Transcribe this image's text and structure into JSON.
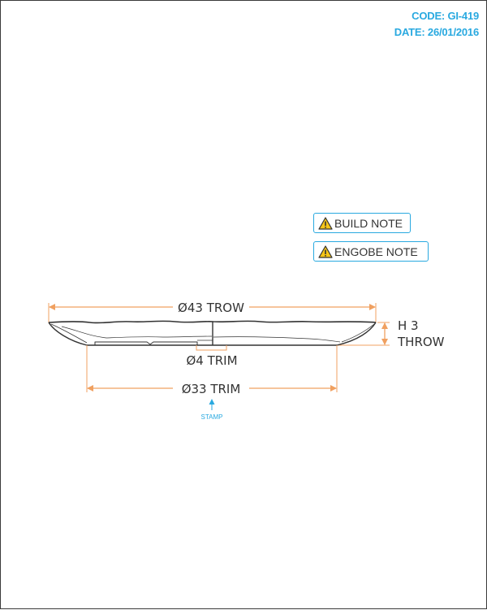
{
  "header": {
    "code": "CODE: GI-419",
    "date": "DATE: 26/01/2016"
  },
  "notes": [
    {
      "label": "BUILD NOTE",
      "icon": "warning-icon"
    },
    {
      "label": "ENGOBE NOTE",
      "icon": "warning-icon"
    }
  ],
  "dimensions": {
    "overall_diameter": "Ø43 TROW",
    "height_line1": "H 3",
    "height_line2": "THROW",
    "inner_trim": "Ø4 TRIM",
    "foot_diameter": "Ø33 TRIM"
  },
  "stamp": {
    "label": "STAMP"
  },
  "colors": {
    "accent": "#29a9e0",
    "dimension_line": "#f0a060",
    "outline": "#333333"
  }
}
